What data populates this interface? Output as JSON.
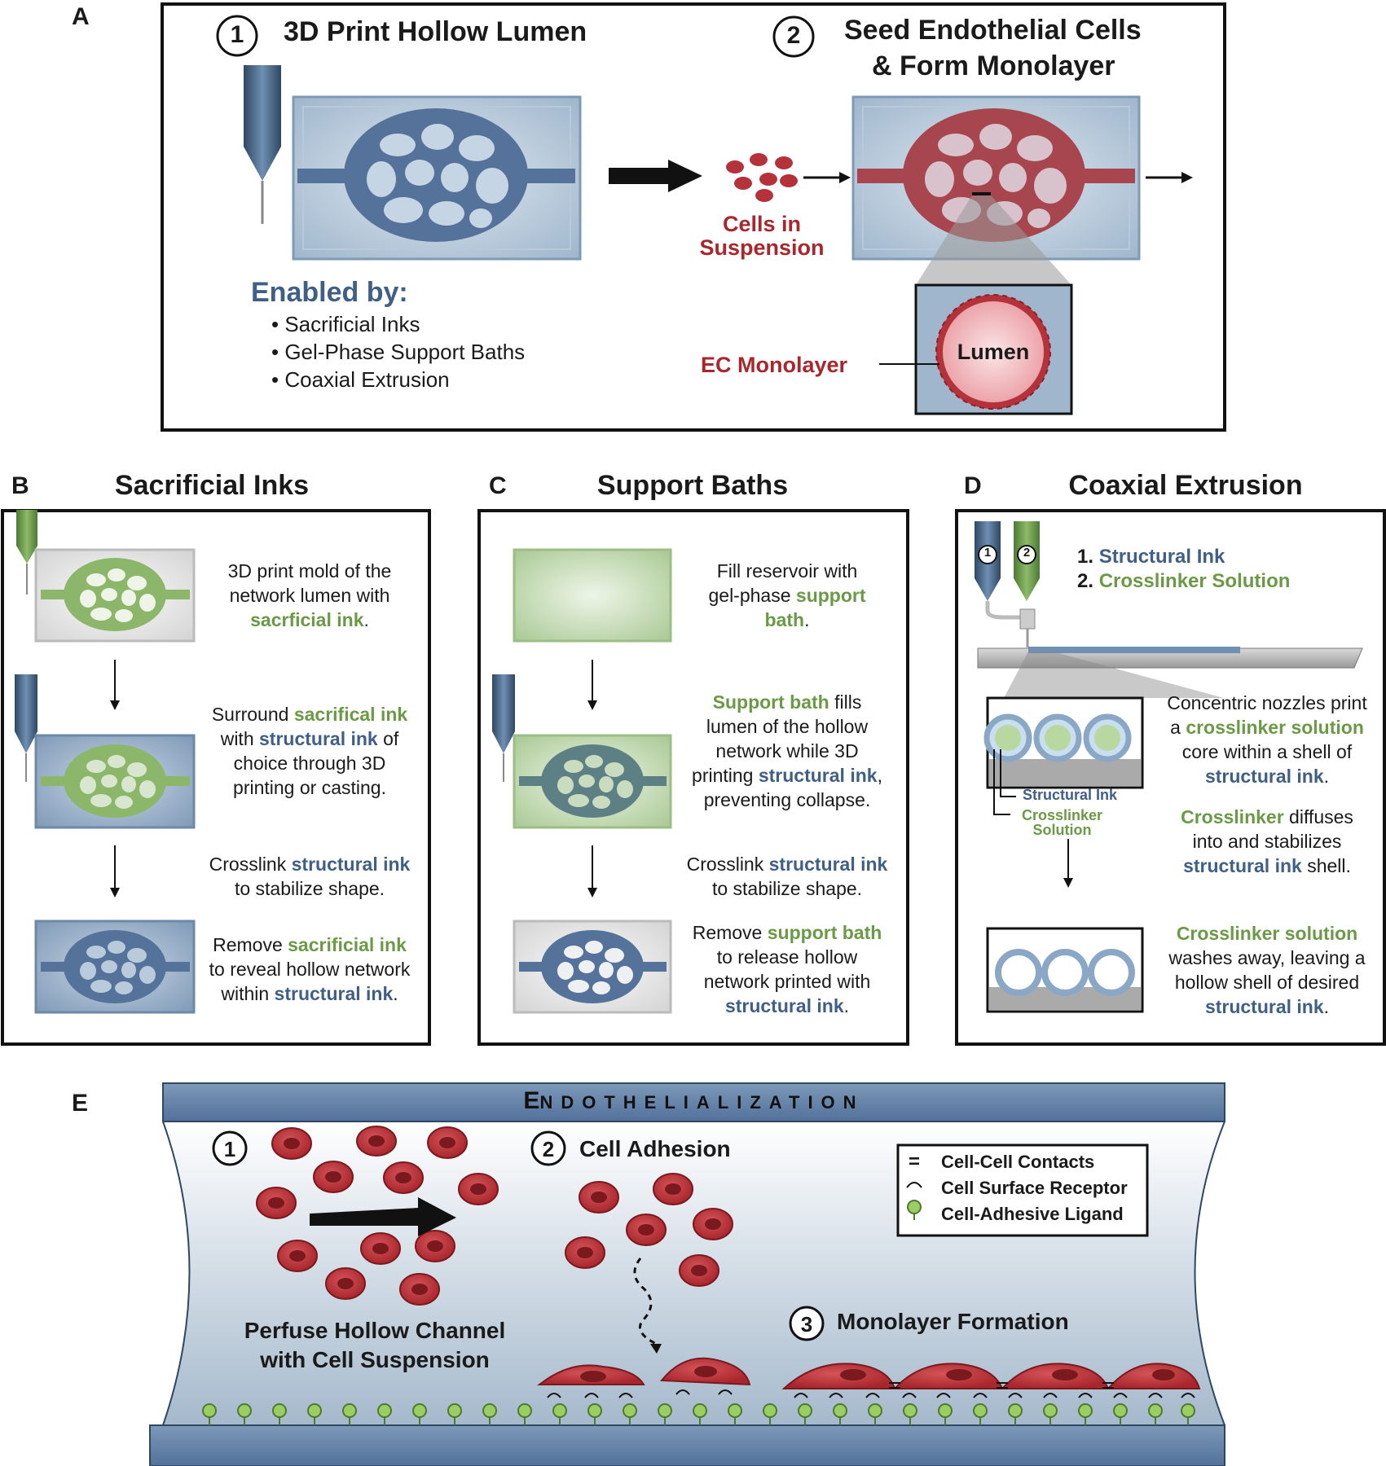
{
  "panelA": {
    "letter": "A",
    "step1_num": "1",
    "step1_title": "3D Print Hollow Lumen",
    "step2_num": "2",
    "step2_title_line1": "Seed Endothelial Cells",
    "step2_title_line2": "& Form Monolayer",
    "cells_label_1": "Cells in",
    "cells_label_2": "Suspension",
    "enabled_title": "Enabled by:",
    "enabled_items": [
      "Sacrificial Inks",
      "Gel-Phase Support Baths",
      "Coaxial Extrusion"
    ],
    "lumen_label": "Lumen",
    "ec_label": "EC Monolayer"
  },
  "panelB": {
    "letter": "B",
    "title": "Sacrificial Inks",
    "s1": {
      "a": "3D print mold of the",
      "b": "network lumen with",
      "c": "sacrficial ink",
      "d": "."
    },
    "s2": {
      "a": "Surround ",
      "b": "sacrifical ink",
      "c": "with ",
      "d": "structural ink",
      "e": " of",
      "f": "choice through 3D",
      "g": "printing or casting."
    },
    "s3": {
      "a": "Crosslink ",
      "b": "structural ink",
      "c": "to stabilize shape."
    },
    "s4": {
      "a": "Remove ",
      "b": "sacrificial ink",
      "c": "to reveal hollow network",
      "d": "within ",
      "e": "structural ink",
      "f": "."
    }
  },
  "panelC": {
    "letter": "C",
    "title": "Support Baths",
    "s1": {
      "a": "Fill reservoir with",
      "b": "gel-phase ",
      "c": "support",
      "d": "bath",
      "e": "."
    },
    "s2": {
      "a": "Support bath",
      "b": " fills",
      "c": "lumen of the hollow",
      "d": "network while 3D",
      "e": "printing ",
      "f": "structural ink",
      "g": ",",
      "h": "preventing collapse."
    },
    "s3": {
      "a": "Crosslink ",
      "b": "structural ink",
      "c": "to stabilize shape."
    },
    "s4": {
      "a": "Remove ",
      "b": "support bath",
      "c": "to release hollow",
      "d": "network printed with",
      "e": "structural ink",
      "f": "."
    }
  },
  "panelD": {
    "letter": "D",
    "title": "Coaxial Extrusion",
    "nozzle1": "1",
    "nozzle2": "2",
    "legend1_num": "1. ",
    "legend1": "Structural Ink",
    "legend2_num": "2. ",
    "legend2": "Crosslinker Solution",
    "s1": {
      "a": "Concentric nozzles print",
      "b": "a ",
      "c": "crosslinker solution",
      "d": "core within a shell of",
      "e": "structural ink",
      "f": "."
    },
    "s2": {
      "a": "Crosslinker",
      "b": " diffuses",
      "c": "into and stabilizes",
      "d": "structural ink",
      "e": " shell."
    },
    "s3": {
      "a": "Crosslinker solution",
      "b": "washes away, leaving a",
      "c": "hollow shell of desired",
      "d": "structural ink",
      "e": "."
    },
    "callout_structural": "Structural Ink",
    "callout_cross_1": "Crosslinker",
    "callout_cross_2": "Solution"
  },
  "panelE": {
    "letter": "E",
    "banner_first": "E",
    "banner_rest": "NDOTHELIALIZATION",
    "step1_num": "1",
    "step1_line1": "Perfuse Hollow Channel",
    "step1_line2": "with Cell Suspension",
    "step2_num": "2",
    "step2_title": "Cell Adhesion",
    "step3_num": "3",
    "step3_title": "Monolayer Formation",
    "legend_contacts_sym": "=",
    "legend_contacts": "Cell-Cell Contacts",
    "legend_receptor": "Cell Surface Receptor",
    "legend_ligand": "Cell-Adhesive Ligand"
  },
  "colors": {
    "structural_blue": "#3f5f86",
    "sacrificial_green": "#6a9a46",
    "cell_red": "#a8262c",
    "gel_blue": "#9fb6cc",
    "channel_blue": "#5f7fa3"
  }
}
